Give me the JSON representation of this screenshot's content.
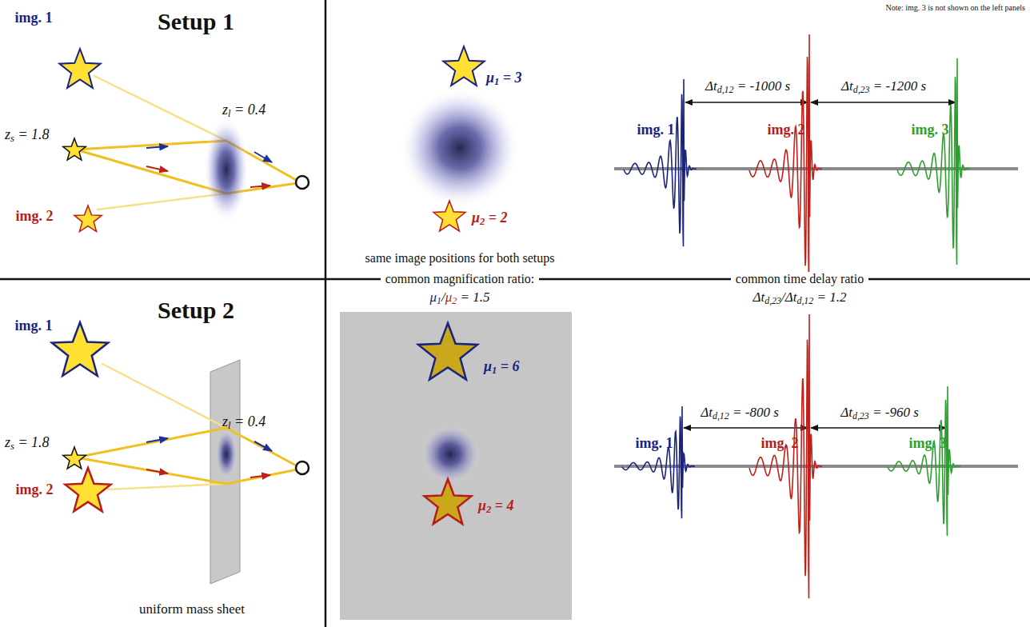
{
  "diagram": {
    "labels": [
      "Setup 1",
      "img. 1",
      "zs = 1.8",
      "zl = 0.4",
      "img. 2",
      "μ1 = 3",
      "μ2 = 2",
      "same image positions for both setups",
      "common magnification ratio:",
      "μ1/μ2 = 1.5",
      "Note: img. 3 is not shown on the left panels",
      "Δtd,12 = -1000 s",
      "Δtd,23 = -1200 s",
      "img. 1",
      "img. 2",
      "img. 3",
      "common time delay ratio",
      "Δtd,23/Δtd,12 = 1.2",
      "Setup 2",
      "img. 1",
      "zs = 1.8",
      "zl = 0.4",
      "img. 2",
      "uniform mass sheet",
      "μ1 = 6",
      "μ2 = 4",
      "Δtd,12 = -800 s",
      "Δtd,23 = -960 s",
      "img. 1",
      "img. 2",
      "img. 3"
    ]
  }
}
